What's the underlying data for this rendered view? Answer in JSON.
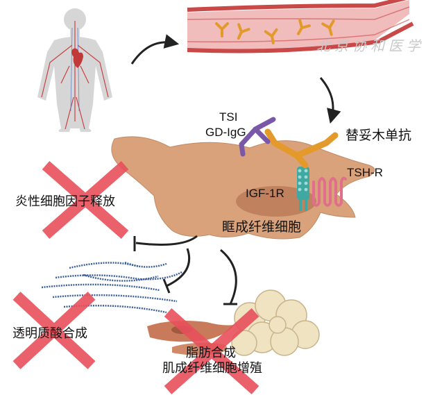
{
  "labels": {
    "tsi": "TSI",
    "gd_igg": "GD-IgG",
    "teprotumumab": "替妥木单抗",
    "tsh_r": "TSH-R",
    "igf_1r": "IGF-1R",
    "orbital_fibroblast": "眶成纤维细胞",
    "inflammatory_cytokine_release": "炎性细胞因子释放",
    "hyaluronic_acid_synthesis": "透明质酸合成",
    "adipogenesis": "脂肪合成",
    "fibroblast_proliferation": "肌成纤维细胞增殖"
  },
  "watermark": "北京协和医学会",
  "colors": {
    "red_x": "#e8505b",
    "fibroblast": "#d9a27a",
    "vessel": "#e06060",
    "antibody_orange": "#e39a2b",
    "antibody_purple": "#7a58a8",
    "receptor_teal": "#3fa8a0",
    "receptor_pink": "#e0708a",
    "fiber_blue": "#3a5f9c"
  }
}
